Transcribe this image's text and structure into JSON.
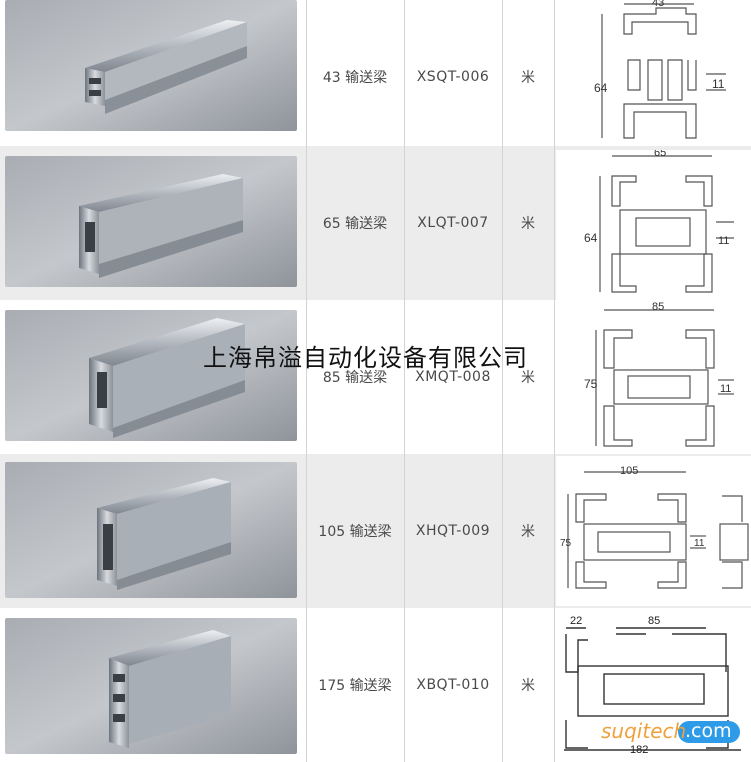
{
  "rows": [
    {
      "name": "43 输送梁",
      "code": "XSQT-006",
      "unit": "米",
      "dims": {
        "width": "43",
        "height": "64",
        "slot": "11"
      }
    },
    {
      "name": "65 输送梁",
      "code": "XLQT-007",
      "unit": "米",
      "dims": {
        "width": "65",
        "height": "64",
        "slot": "11"
      }
    },
    {
      "name": "85 输送梁",
      "code": "XMQT-008",
      "unit": "米",
      "dims": {
        "width": "85",
        "height": "75",
        "slot": "11"
      }
    },
    {
      "name": "105 输送梁",
      "code": "XHQT-009",
      "unit": "米",
      "dims": {
        "width": "105",
        "height": "75",
        "slot": "11"
      }
    },
    {
      "name": "175 输送梁",
      "code": "XBQT-010",
      "unit": "米",
      "dims": {
        "width": "85",
        "total": "182",
        "side": "22"
      }
    }
  ],
  "watermark": "上海帛溢自动化设备有限公司",
  "logo": {
    "left": "suqitech",
    "right": ".com"
  },
  "colors": {
    "row_alt": "#ececec",
    "text": "#4a4a4a",
    "logo_orange": "#f0a13c",
    "logo_blue": "#2d9be8"
  }
}
